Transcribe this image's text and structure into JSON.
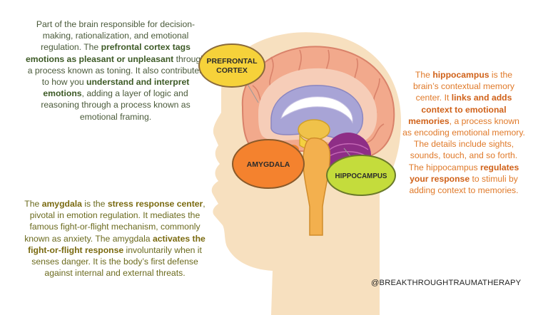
{
  "prefrontal": {
    "parts": [
      {
        "t": "Part of the brain responsible for decision-making, rationalization, and emotional regulation. The ",
        "b": false
      },
      {
        "t": "prefrontal cortex tags emotions as pleasant or unpleasant",
        "b": true
      },
      {
        "t": " through a process known as toning. It also contributes to how you ",
        "b": false
      },
      {
        "t": "understand and interpret emotions",
        "b": true
      },
      {
        "t": ", adding a layer of logic and reasoning through a process known as emotional framing.",
        "b": false
      }
    ]
  },
  "hippocampus": {
    "parts": [
      {
        "t": "The ",
        "b": false
      },
      {
        "t": "hippocampus",
        "b": true
      },
      {
        "t": " is the brain’s contextual memory center. It ",
        "b": false
      },
      {
        "t": "links and adds context to emotional memories",
        "b": true
      },
      {
        "t": ", a process known as encoding emotional memory. The details include sights, sounds, touch, and so forth. The hippocampus ",
        "b": false
      },
      {
        "t": "regulates your response",
        "b": true
      },
      {
        "t": " to stimuli by adding context to memories.",
        "b": false
      }
    ]
  },
  "amygdala": {
    "parts": [
      {
        "t": "The ",
        "b": false
      },
      {
        "t": "amygdala",
        "b": true
      },
      {
        "t": " is the ",
        "b": false
      },
      {
        "t": "stress response center",
        "b": true
      },
      {
        "t": ", pivotal in emotion regulation. It mediates the famous fight-or-flight mechanism, commonly known as anxiety. The amygdala ",
        "b": false
      },
      {
        "t": "activates the fight-or-flight response",
        "b": true
      },
      {
        "t": " involuntarily when it senses danger. It is the body’s first defense against internal and external threats.",
        "b": false
      }
    ]
  },
  "labels": {
    "prefrontal_line1": "PREFRONTAL",
    "prefrontal_line2": "CORTEX",
    "amygdala": "AMYGDALA",
    "hippocampus": "HIPPOCAMPUS"
  },
  "handle": "@BREAKTHROUGHTRAUMATHERAPY",
  "colors": {
    "prefrontal_bubble": "#f6d23a",
    "amygdala_bubble": "#f4822e",
    "hippocampus_bubble": "#c4dc3c",
    "skin": "#f7e0bf",
    "cortex": "#f2a98c"
  }
}
